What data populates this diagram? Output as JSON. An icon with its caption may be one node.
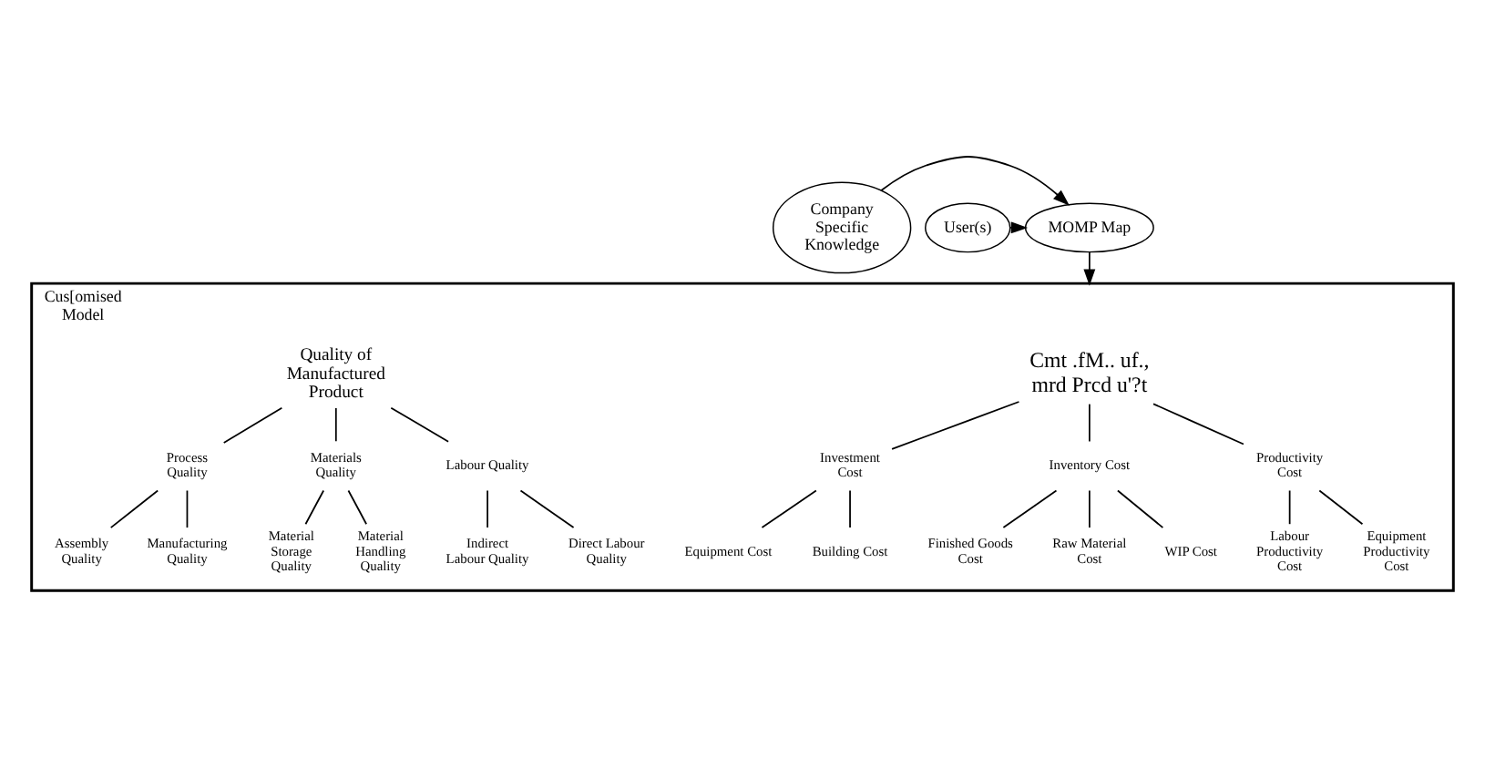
{
  "diagram": {
    "nodes": [
      {
        "text": [
          "Company Specific Knowledge"
        ]
      },
      {
        "text": [
          "MOMP Map"
        ]
      },
      {
        "text": [
          "User(s)"
        ]
      },
      {
        "text": [
          "Cus[omised Model"
        ]
      },
      {
        "text": [
          "Cmt .fM.. uf., mrd Prcd u'?t"
        ],
        "in": 3
      },
      {
        "text": [
          "Investment Cost"
        ],
        "in": 3
      },
      {
        "text": [
          "Inventory Cost"
        ],
        "in": 3
      },
      {
        "text": [
          "Productivity Cost"
        ],
        "in": 3
      },
      {
        "text": [
          "Equipment Cost"
        ],
        "in": 3
      },
      {
        "text": [
          "Building Cost"
        ],
        "in": 3
      },
      {
        "text": [
          "Finished Goods Cost"
        ],
        "in": 3
      },
      {
        "text": [
          "Raw Material Cost"
        ],
        "in": 3
      },
      {
        "text": [
          "WIP Cost"
        ],
        "in": 3
      },
      {
        "text": [
          "Labour Productivity Cost"
        ],
        "in": 3
      },
      {
        "text": [
          "Equipment Productivity Cost"
        ],
        "in": 3
      },
      {
        "text": [
          "Quality of Manufactured Product"
        ],
        "in": 3
      },
      {
        "text": [
          "Process Quality"
        ],
        "in": 3
      },
      {
        "text": [
          "Materials Quality"
        ],
        "in": 3
      },
      {
        "text": [
          "Labour Quality"
        ],
        "in": 3
      },
      {
        "text": [
          "Assembly Quality"
        ],
        "in": 3
      },
      {
        "text": [
          "Manufacturing Quality"
        ],
        "in": 3
      },
      {
        "text": [
          "Material Storage Quality"
        ],
        "in": 3
      },
      {
        "text": [
          "Material Handling Quality"
        ],
        "in": 3
      },
      {
        "text": [
          "Indirect Labour Quality"
        ],
        "in": 3
      },
      {
        "text": [
          "Direct Labour Quality"
        ],
        "in": 3
      }
    ],
    "edges": [
      {
        "from": 0,
        "to": 1,
        "arrow": "to"
      },
      {
        "from": 2,
        "to": 1,
        "arrow": "to"
      },
      {
        "from": 1,
        "to": 3,
        "arrow": "to"
      },
      {
        "from": 4,
        "to": 5,
        "arrow": "none"
      },
      {
        "from": 4,
        "to": 6,
        "arrow": "none"
      },
      {
        "from": 4,
        "to": 7,
        "arrow": "none"
      },
      {
        "from": 5,
        "to": 8,
        "arrow": "none"
      },
      {
        "from": 5,
        "to": 9,
        "arrow": "none"
      },
      {
        "from": 6,
        "to": 10,
        "arrow": "none"
      },
      {
        "from": 6,
        "to": 11,
        "arrow": "none"
      },
      {
        "from": 6,
        "to": 12,
        "arrow": "none"
      },
      {
        "from": 7,
        "to": 13,
        "arrow": "none"
      },
      {
        "from": 7,
        "to": 14,
        "arrow": "none"
      },
      {
        "from": 15,
        "to": 16,
        "arrow": "none"
      },
      {
        "from": 15,
        "to": 17,
        "arrow": "none"
      },
      {
        "from": 15,
        "to": 18,
        "arrow": "none"
      },
      {
        "from": 16,
        "to": 19,
        "arrow": "none"
      },
      {
        "from": 16,
        "to": 20,
        "arrow": "none"
      },
      {
        "from": 17,
        "to": 21,
        "arrow": "none"
      },
      {
        "from": 17,
        "to": 22,
        "arrow": "none"
      },
      {
        "from": 18,
        "to": 23,
        "arrow": "none"
      },
      {
        "from": 18,
        "to": 24,
        "arrow": "none"
      }
    ]
  }
}
